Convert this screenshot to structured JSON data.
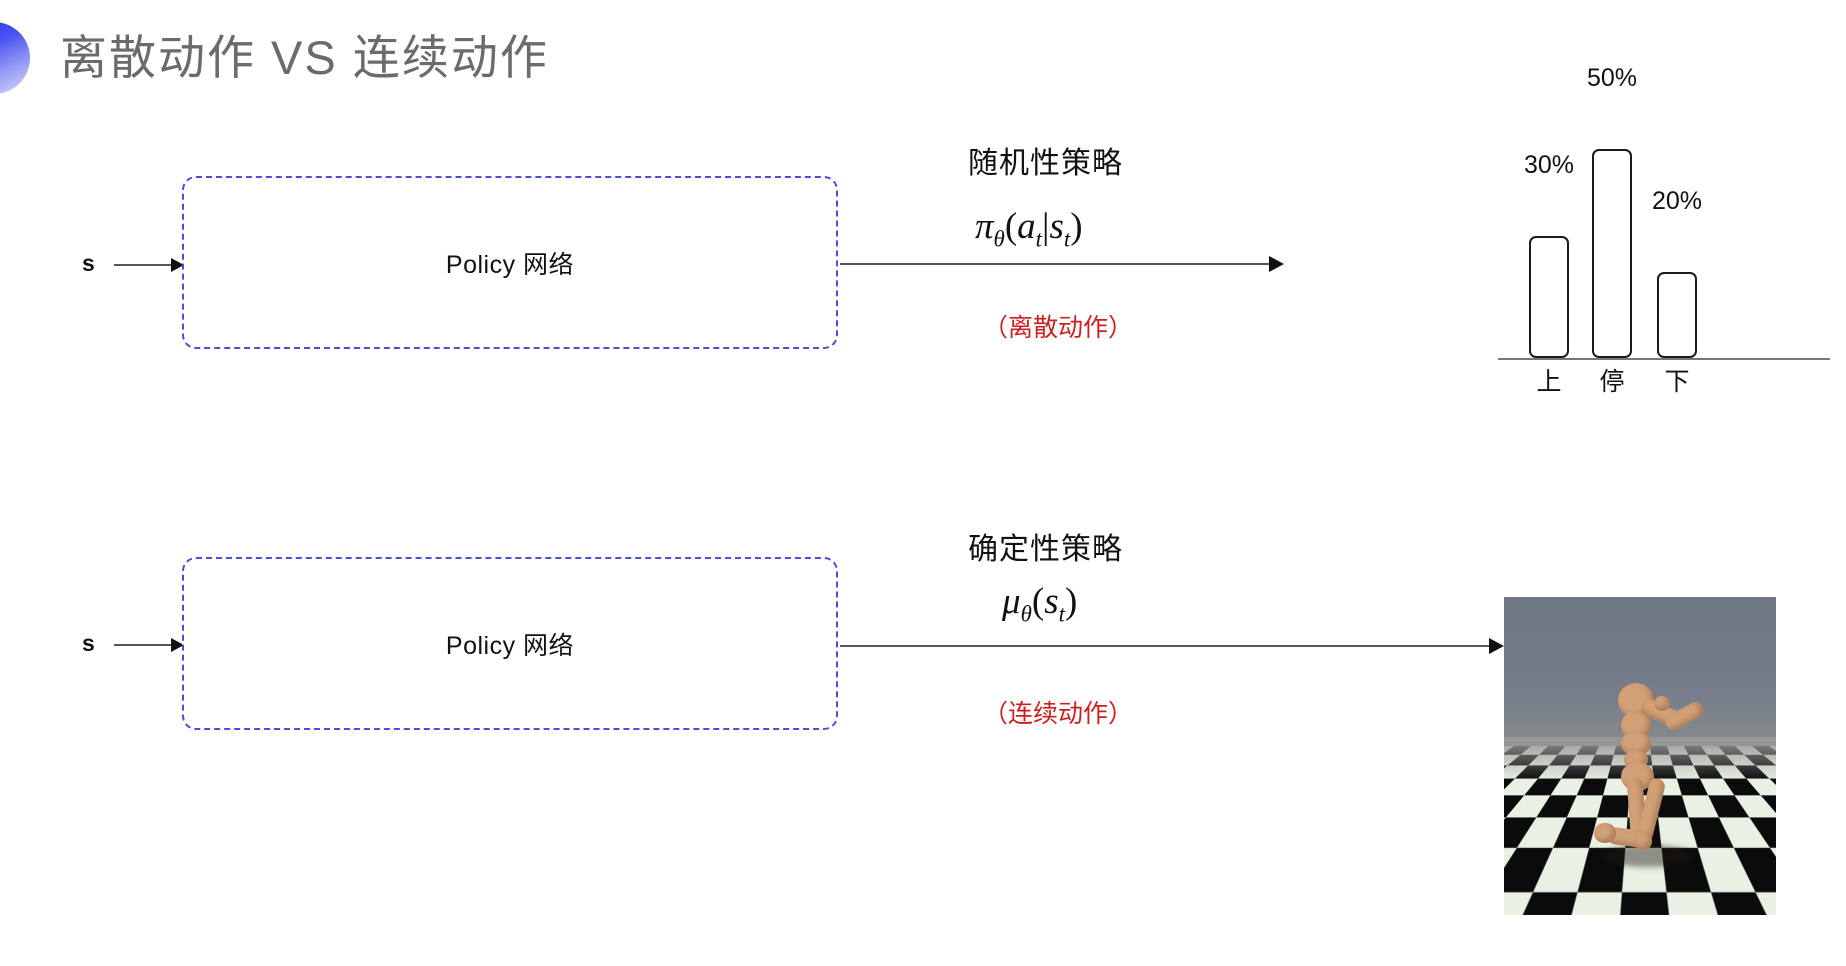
{
  "slide": {
    "title": "离散动作 VS 连续动作",
    "title_color": "#6b6b6b",
    "accent_color": "#4b4ddb",
    "note_color": "#cc1f1f"
  },
  "rows": [
    {
      "id": "discrete",
      "state_label": "s",
      "box_label": "Policy 网络",
      "policy_caption": "随机性策略",
      "formula": {
        "symbol": "π",
        "param": "θ",
        "open": "(",
        "arg1": "a",
        "arg1_sub": "t",
        "bar": "|",
        "arg2": "s",
        "arg2_sub": "t",
        "close": ")",
        "plain": "π_θ(a_t|s_t)"
      },
      "action_note": "（离散动作）",
      "output_kind": "bar-chart"
    },
    {
      "id": "continuous",
      "state_label": "s",
      "box_label": "Policy 网络",
      "policy_caption": "确定性策略",
      "formula": {
        "symbol": "μ",
        "param": "θ",
        "open": "(",
        "arg1": "s",
        "arg1_sub": "t",
        "close": ")",
        "plain": "μ_θ(s_t)"
      },
      "action_note": "（连续动作）",
      "output_kind": "humanoid-simulation"
    }
  ],
  "chart_data": {
    "type": "bar",
    "title": "",
    "xlabel": "",
    "ylabel": "",
    "categories": [
      "上",
      "停",
      "下"
    ],
    "values": [
      30,
      50,
      20
    ],
    "value_labels": [
      "30%",
      "50%",
      "20%"
    ],
    "ylim": [
      0,
      60
    ],
    "grid": false,
    "legend": "none",
    "bar_style": {
      "fill": "#ffffff",
      "stroke": "#1b1b1b",
      "rounded": true
    }
  },
  "simulation": {
    "name": "humanoid-simulation",
    "description": "MuJoCo 人形机器人在棋盘格地面上"
  }
}
